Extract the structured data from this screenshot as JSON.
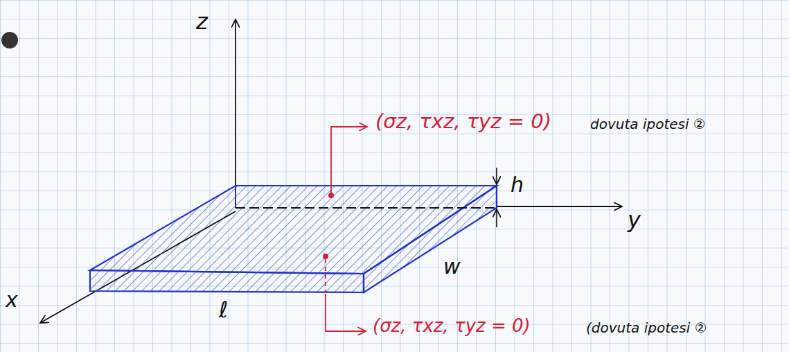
{
  "diagram": {
    "labels": [
      "z",
      "y",
      "x",
      "h",
      "w",
      "ℓ",
      "(σz, τxz, τyz = 0)",
      "dovuta ipotesi ②",
      "(σz, τxz, τyz = 0)",
      "(dovuta ipotesi ②"
    ]
  }
}
